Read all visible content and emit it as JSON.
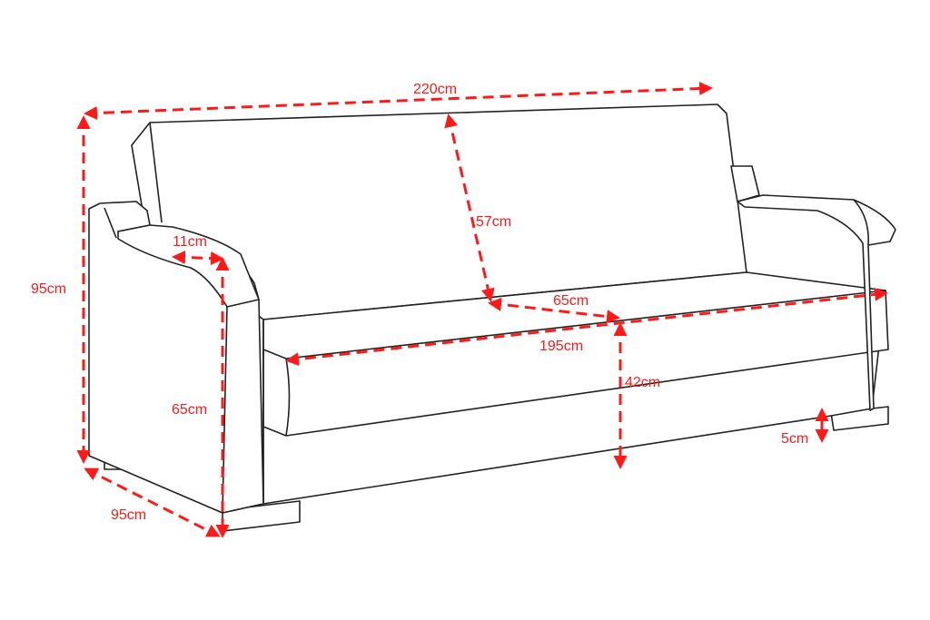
{
  "diagram": {
    "subject": "sofa",
    "accent_color": "#ff1a1a",
    "dimensions": {
      "total_width": "220cm",
      "total_height": "95cm",
      "total_depth": "95cm",
      "arm_height": "65cm",
      "arm_width": "11cm",
      "backrest_height": "57cm",
      "seat_depth": "65cm",
      "seat_width": "195cm",
      "seat_height": "42cm",
      "leg_height": "5cm"
    }
  }
}
